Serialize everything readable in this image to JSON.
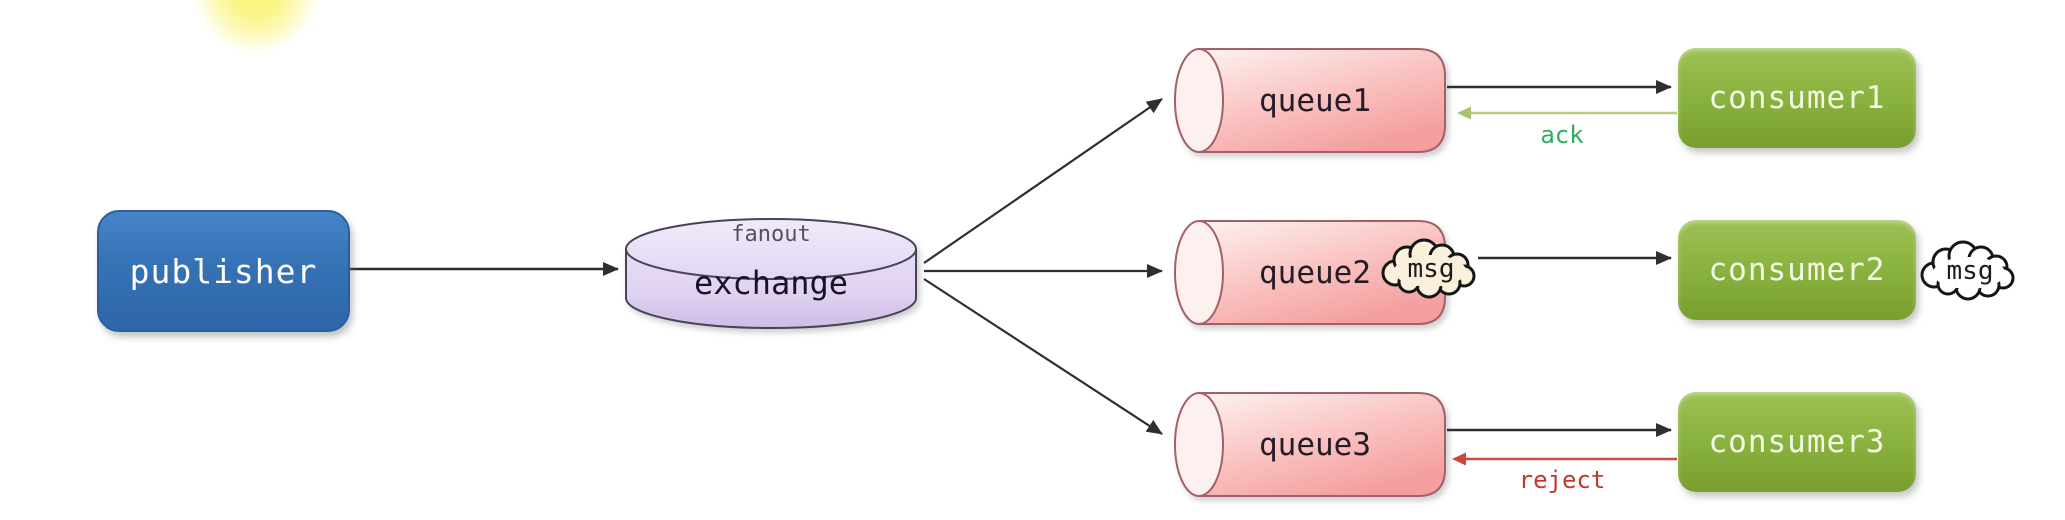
{
  "diagram": {
    "name": "rabbitmq-fanout-exchange-flow",
    "publisher": {
      "label": "publisher"
    },
    "exchange": {
      "type": "fanout",
      "label": "exchange"
    },
    "queues": [
      {
        "label": "queue1"
      },
      {
        "label": "queue2",
        "message_label": "msg"
      },
      {
        "label": "queue3"
      }
    ],
    "consumers": [
      {
        "label": "consumer1",
        "response_label": "ack"
      },
      {
        "label": "consumer2",
        "message_label": "msg"
      },
      {
        "label": "consumer3",
        "response_label": "reject"
      }
    ],
    "colors": {
      "publisher_blue": "#3572b5",
      "exchange_purple": "#ded0f0",
      "queue_pink": "#f7adad",
      "consumer_green": "#8ab23f",
      "ack_green": "#2fae63",
      "reject_red": "#c0392b",
      "arrow_black": "#2f2f2f",
      "cloud_queue_cream": "#fbf0dc",
      "cloud_consumer_white": "#ffffff",
      "highlight_yellow": "#faf47a",
      "background": "#ffffff"
    }
  }
}
